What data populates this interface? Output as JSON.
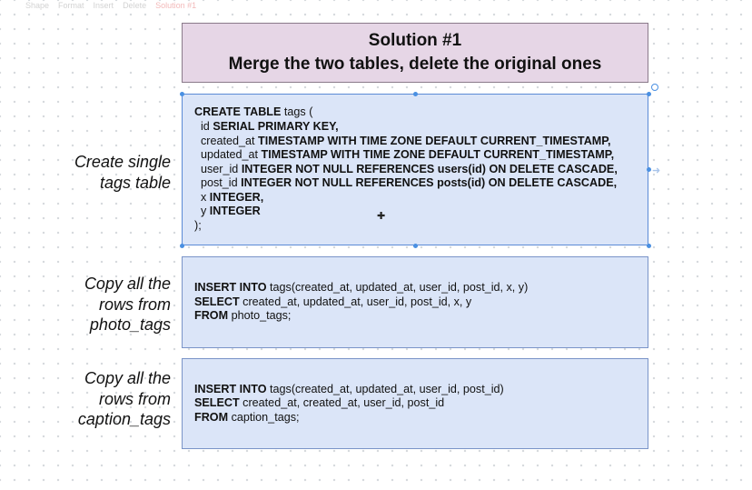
{
  "toolbar": {
    "items": [
      "Shape",
      "Format",
      "Insert",
      "Delete"
    ],
    "accent_item": "Solution #1"
  },
  "title": {
    "line1": "Solution #1",
    "line2": "Merge the two tables, delete the original ones"
  },
  "steps": [
    {
      "label_lines": [
        "Create single",
        "tags table"
      ],
      "code": [
        [
          [
            "kw",
            "CREATE TABLE"
          ],
          [
            "t",
            " tags ("
          ]
        ],
        [
          [
            "t",
            "  id "
          ],
          [
            "kw",
            "SERIAL PRIMARY KEY,"
          ]
        ],
        [
          [
            "t",
            "  created_at "
          ],
          [
            "kw",
            "TIMESTAMP WITH TIME ZONE DEFAULT CURRENT_TIMESTAMP,"
          ]
        ],
        [
          [
            "t",
            "  updated_at "
          ],
          [
            "kw",
            "TIMESTAMP WITH TIME ZONE DEFAULT CURRENT_TIMESTAMP,"
          ]
        ],
        [
          [
            "t",
            "  user_id "
          ],
          [
            "kw",
            "INTEGER NOT NULL REFERENCES users(id) ON DELETE CASCADE,"
          ]
        ],
        [
          [
            "t",
            "  post_id "
          ],
          [
            "kw",
            "INTEGER NOT NULL REFERENCES posts(id) ON DELETE CASCADE,"
          ]
        ],
        [
          [
            "t",
            "  x "
          ],
          [
            "kw",
            "INTEGER,"
          ]
        ],
        [
          [
            "t",
            "  y "
          ],
          [
            "kw",
            "INTEGER"
          ]
        ],
        [
          [
            "t",
            ");"
          ]
        ]
      ]
    },
    {
      "label_lines": [
        "Copy all the",
        "rows from",
        "photo_tags"
      ],
      "code": [
        [
          [
            "kw",
            "INSERT INTO"
          ],
          [
            "t",
            " tags(created_at, updated_at, user_id, post_id, x, y)"
          ]
        ],
        [
          [
            "kw",
            "SELECT"
          ],
          [
            "t",
            " created_at, updated_at, user_id, post_id, x, y"
          ]
        ],
        [
          [
            "kw",
            "FROM"
          ],
          [
            "t",
            " photo_tags;"
          ]
        ]
      ]
    },
    {
      "label_lines": [
        "Copy all the",
        "rows from",
        "caption_tags"
      ],
      "code": [
        [
          [
            "kw",
            "INSERT INTO"
          ],
          [
            "t",
            " tags(created_at, updated_at, user_id, post_id)"
          ]
        ],
        [
          [
            "kw",
            "SELECT"
          ],
          [
            "t",
            " created_at, created_at, user_id, post_id"
          ]
        ],
        [
          [
            "kw",
            "FROM"
          ],
          [
            "t",
            " caption_tags;"
          ]
        ]
      ]
    }
  ],
  "icons": {
    "cursor": "move-cursor-icon",
    "rotate": "rotate-handle-icon",
    "arrow": "connector-arrow-icon"
  }
}
